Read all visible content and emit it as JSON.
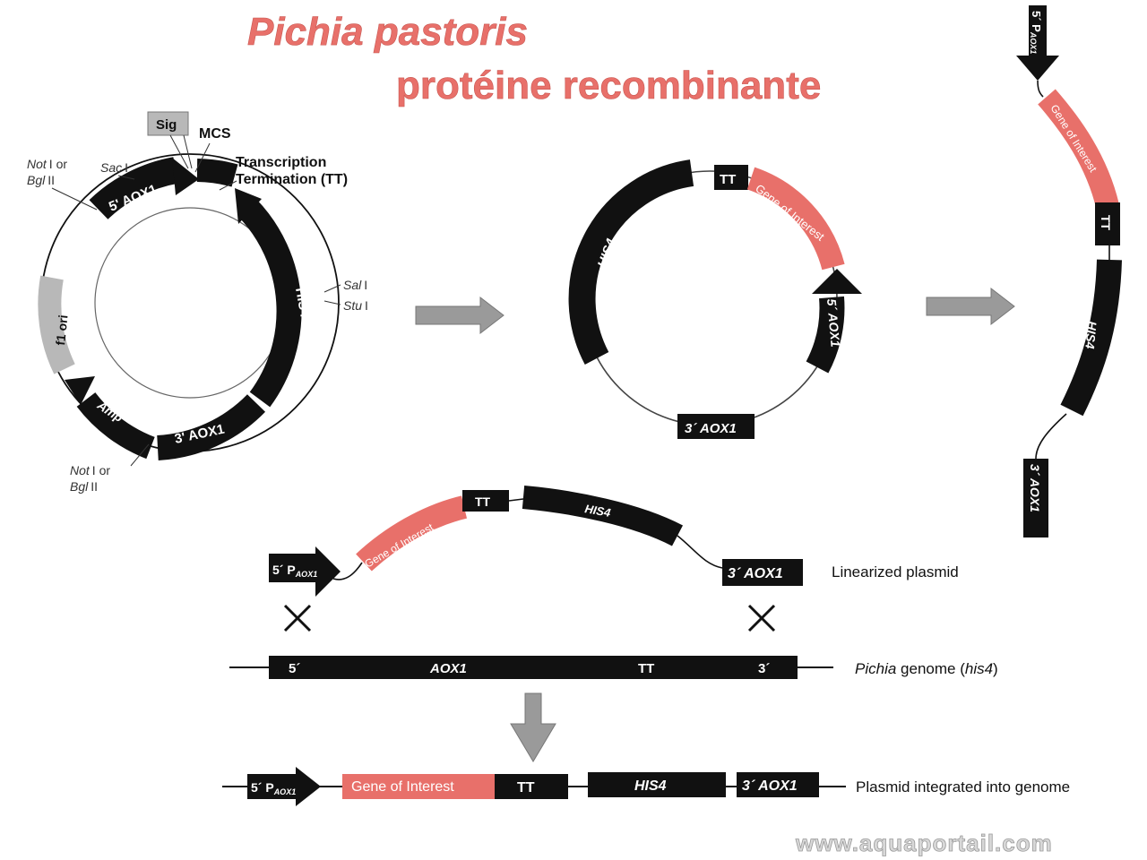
{
  "title": {
    "line1": "Pichia pastoris",
    "line2": "protéine recombinante"
  },
  "watermark": "www.aquaportail.com",
  "plasmid": {
    "sig": "Sig",
    "mcs": "MCS",
    "tt_label_1": "Transcription",
    "tt_label_2": "Termination (TT)",
    "aox5": "5' AOX1",
    "his4": "HIS4",
    "aox3": "3' AOX1",
    "amp": "Amp",
    "f1ori": "f1 ori",
    "not1_top": "Not",
    "or_bgl_top": "I or",
    "bgl_top": "Bgl",
    "ii_top": "II",
    "sac": "Sac",
    "sac_i": "I",
    "sal": "Sal",
    "sal_i": "I",
    "stu": "Stu",
    "stu_i": "I",
    "not1_bot": "Not",
    "or_bgl_bot": "I or",
    "bgl_bot": "Bgl",
    "ii_bot": "II"
  },
  "circle2": {
    "tt": "TT",
    "goi": "Gene of Interest",
    "aox5": "5´ AOX1",
    "his4": "HIS4",
    "aox3": "3´ AOX1"
  },
  "linear_right": {
    "p5": "5´ P",
    "p5_sub": "AOX1",
    "goi": "Gene of Interest",
    "tt": "TT",
    "his4": "HIS4",
    "aox3": "3´ AOX1"
  },
  "linearized": {
    "p5": "5´ P",
    "p5_sub": "AOX1",
    "goi": "Gene of Interest",
    "tt": "TT",
    "his4": "HIS4",
    "aox3": "3´ AOX1",
    "label": "Linearized plasmid"
  },
  "genome": {
    "s5": "5´",
    "aox1": "AOX1",
    "tt": "TT",
    "s3": "3´",
    "label_pichia": "Pichia",
    "label_genome": " genome (",
    "label_his4": "his4",
    "label_close": ")"
  },
  "integrated": {
    "p5": "5´ P",
    "p5_sub": "AOX1",
    "goi": "Gene of Interest",
    "tt": "TT",
    "his4": "HIS4",
    "aox3": "3´ AOX1",
    "label": "Plasmid integrated into genome"
  },
  "colors": {
    "salmon": "#e8706a",
    "black": "#111111",
    "grey": "#b8b8b8",
    "arrow_grey": "#9a9a9a"
  }
}
